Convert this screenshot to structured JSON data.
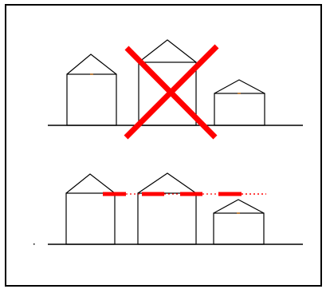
{
  "diagram": {
    "description_visible_text": "",
    "colors": {
      "line": "#000000",
      "cross": "#ff0000",
      "dash": "#ff0000",
      "eave_dot": "#b45f06"
    },
    "panels": [
      {
        "id": "top",
        "crossed_out": true,
        "buildings": [
          "left",
          "middle",
          "right"
        ],
        "ridge_alignment": false
      },
      {
        "id": "bottom",
        "crossed_out": false,
        "buildings": [
          "left",
          "middle",
          "right"
        ],
        "ridge_alignment": true
      }
    ]
  }
}
